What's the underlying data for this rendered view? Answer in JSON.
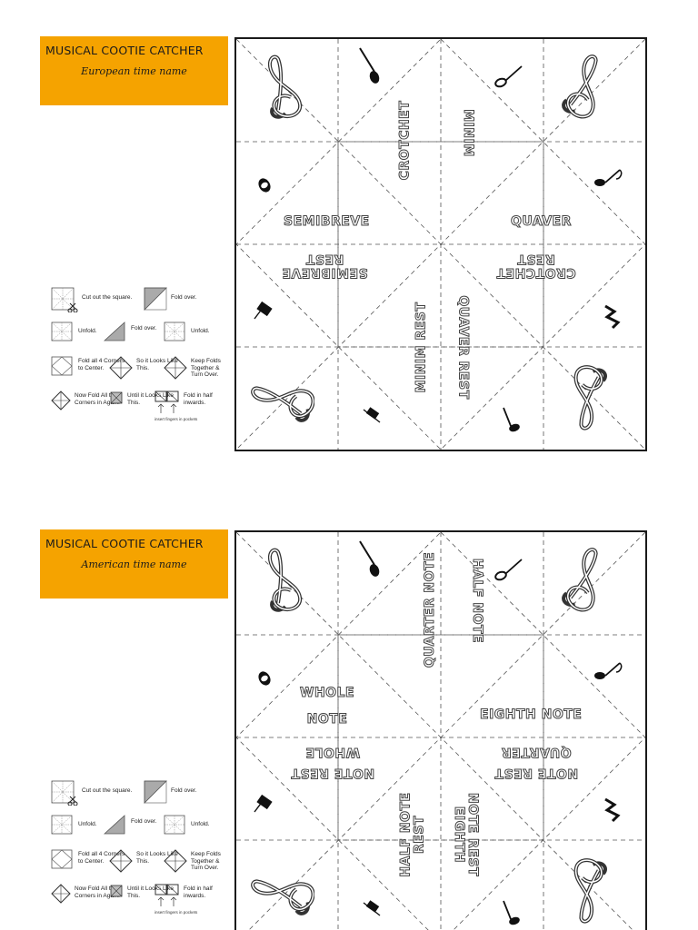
{
  "sheets": [
    {
      "title": "MUSICAL COOTIE CATCHER",
      "subtitle": "European time name",
      "labels": {
        "top_left": "CROTCHET",
        "top_right": "MINIM",
        "left_upper": "SEMIBREVE",
        "right_upper": "QUAVER",
        "left_lower_a": "SEMIBREVE",
        "left_lower_b": "REST",
        "right_lower_a": "CROTCHET",
        "right_lower_b": "REST",
        "bottom_left": "MINIM REST",
        "bottom_right": "QUAVER REST"
      }
    },
    {
      "title": "MUSICAL COOTIE CATCHER",
      "subtitle": "American time name",
      "labels": {
        "top_left": "QUARTER NOTE",
        "top_right": "HALF NOTE",
        "left_upper_a": "WHOLE",
        "left_upper_b": "NOTE",
        "right_upper": "EIGHTH NOTE",
        "left_lower_a": "NOTE REST",
        "left_lower_b": "WHOLE",
        "right_lower_a": "NOTE REST",
        "right_lower_b": "QUARTER",
        "bottom_left_a": "HALF NOTE",
        "bottom_left_b": "REST",
        "bottom_right_a": "NOTE REST",
        "bottom_right_b": "EIGHTH"
      }
    }
  ],
  "instructions": {
    "cut": "Cut out the square.",
    "fold_over": "Fold over.",
    "unfold": "Unfold.",
    "fold_corners": "Fold all 4 Corners to Center.",
    "so_it_looks": "So it Looks Like This.",
    "keep_folds": "Keep Folds Together & Turn Over.",
    "now_fold": "Now Fold All the Corners in Again.",
    "until_looks": "Until it Looks Like This.",
    "fold_half": "Fold in half inwards.",
    "insert_fingers": "insert fingers in pockets"
  },
  "icons": [
    "treble-clef-icon",
    "quarter-note-icon",
    "half-note-icon",
    "whole-note-icon",
    "eighth-note-icon",
    "whole-rest-icon",
    "half-rest-icon",
    "quarter-rest-icon",
    "eighth-rest-icon",
    "scissors-icon"
  ],
  "colors": {
    "title_bg": "#f5a300",
    "border": "#1a1a1a"
  }
}
